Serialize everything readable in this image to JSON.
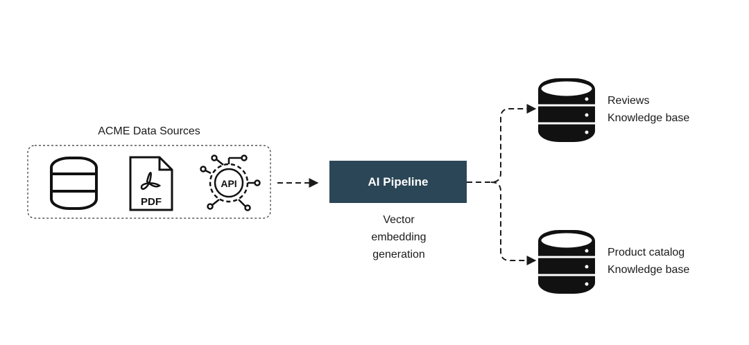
{
  "sources": {
    "title": "ACME Data Sources",
    "icons": [
      "database-icon",
      "pdf-file-icon",
      "api-gear-icon"
    ],
    "pdf_label": "PDF",
    "api_label": "API"
  },
  "pipeline": {
    "label": "AI Pipeline",
    "caption_lines": [
      "Vector",
      "embedding",
      "generation"
    ],
    "color": "#2b4656"
  },
  "outputs": [
    {
      "line1": "Reviews",
      "line2": "Knowledge base",
      "icon": "database-icon"
    },
    {
      "line1": "Product catalog",
      "line2": "Knowledge base",
      "icon": "database-icon"
    }
  ]
}
